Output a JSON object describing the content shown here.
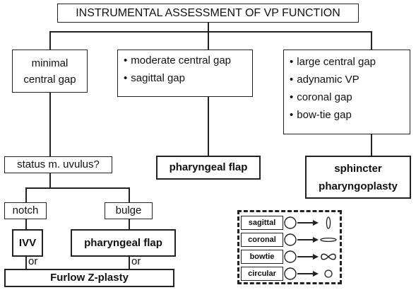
{
  "title": "INSTRUMENTAL ASSESSMENT OF VP FUNCTION",
  "branches": {
    "minimal": "minimal central gap",
    "moderate": [
      "moderate central gap",
      "sagittal gap"
    ],
    "large": [
      "large central gap",
      "adynamic VP",
      "coronal gap",
      "bow-tie gap"
    ]
  },
  "status_question": "status m. uvulus?",
  "notch": "notch",
  "bulge": "bulge",
  "outcomes": {
    "ivv": "IVV",
    "pharyngeal_flap_middle": "pharyngeal flap",
    "pharyngeal_flap_bottom": "pharyngeal flap",
    "sphincter": "sphincter pharyngoplasty",
    "furlow": "Furlow Z-plasty"
  },
  "or_label": "or",
  "legend": [
    {
      "label": "sagittal",
      "closure_shape": "vertical-ellipse"
    },
    {
      "label": "coronal",
      "closure_shape": "horizontal-ellipse"
    },
    {
      "label": "bowtie",
      "closure_shape": "bowtie"
    },
    {
      "label": "circular",
      "closure_shape": "circle"
    }
  ]
}
